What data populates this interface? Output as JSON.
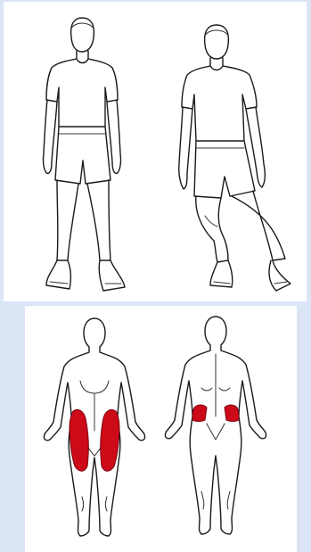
{
  "figures": {
    "exercise_start": {
      "icon": "standing-person"
    },
    "exercise_end": {
      "icon": "side-lunge-person"
    }
  },
  "muscle_map": {
    "front": {
      "icon": "body-front-outline",
      "highlighted": [
        "quadriceps"
      ]
    },
    "back": {
      "icon": "body-back-outline",
      "highlighted": [
        "hip-abductors"
      ]
    },
    "highlight_color": "#cc0a18"
  }
}
